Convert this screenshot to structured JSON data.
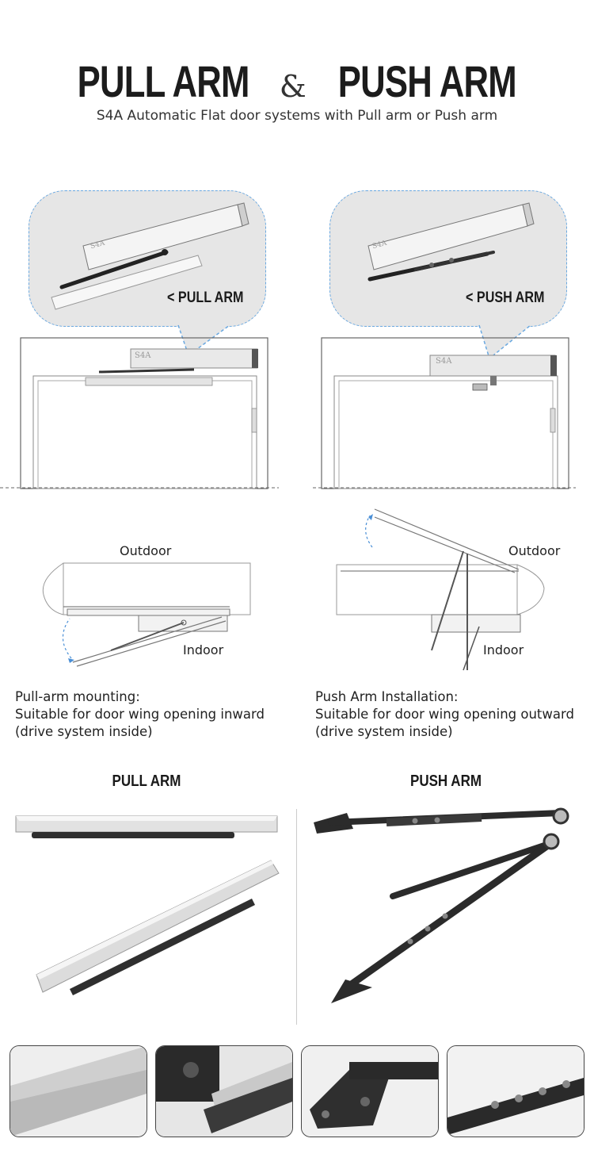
{
  "header": {
    "title_left": "PULL ARM",
    "title_amp": "&",
    "title_right": "PUSH ARM",
    "subtitle": "S4A Automatic Flat door systems with Pull arm or Push arm"
  },
  "pull": {
    "bubble_label": "< PULL ARM",
    "brand_on_unit": "S4A",
    "outdoor_label": "Outdoor",
    "indoor_label": "Indoor",
    "caption_lines": [
      "Pull-arm mounting:",
      "Suitable for door wing opening inward",
      "(drive system inside)"
    ],
    "section_title": "PULL ARM"
  },
  "push": {
    "bubble_label": "< PUSH ARM",
    "brand_on_unit": "S4A",
    "outdoor_label": "Outdoor",
    "indoor_label": "Indoor",
    "caption_lines": [
      "Push Arm Installation:",
      "Suitable for door wing opening outward",
      "(drive system inside)"
    ],
    "section_title": "PUSH ARM"
  },
  "colors": {
    "bubble_fill": "#e6e6e6",
    "bubble_border": "#6aa8e0",
    "aluminum": "#d9d9d9",
    "dark_arm": "#2b2b2b",
    "line": "#555555"
  }
}
